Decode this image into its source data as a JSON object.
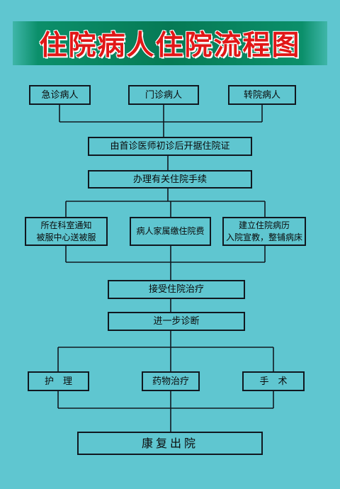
{
  "title": "住院病人住院流程图",
  "colors": {
    "background": "#5fc6d0",
    "banner": "#067a55",
    "title": "#e11717",
    "line": "#101820"
  },
  "nodes": {
    "emergency": "急诊病人",
    "outpatient": "门诊病人",
    "transfer": "转院病人",
    "certificate": "由首诊医师初诊后开据住院证",
    "procedures": "办理有关住院手续",
    "notify_line1": "所在科室通知",
    "notify_line2": "被服中心送被服",
    "payment": "病人家属缴住院费",
    "record_line1": "建立住院病历",
    "record_line2": "入院宣教，整铺病床",
    "treatment": "接受住院治疗",
    "diagnosis": "进一步诊断",
    "nursing": "护　理",
    "medication": "药物治疗",
    "surgery": "手　术",
    "discharge": "康复出院"
  }
}
